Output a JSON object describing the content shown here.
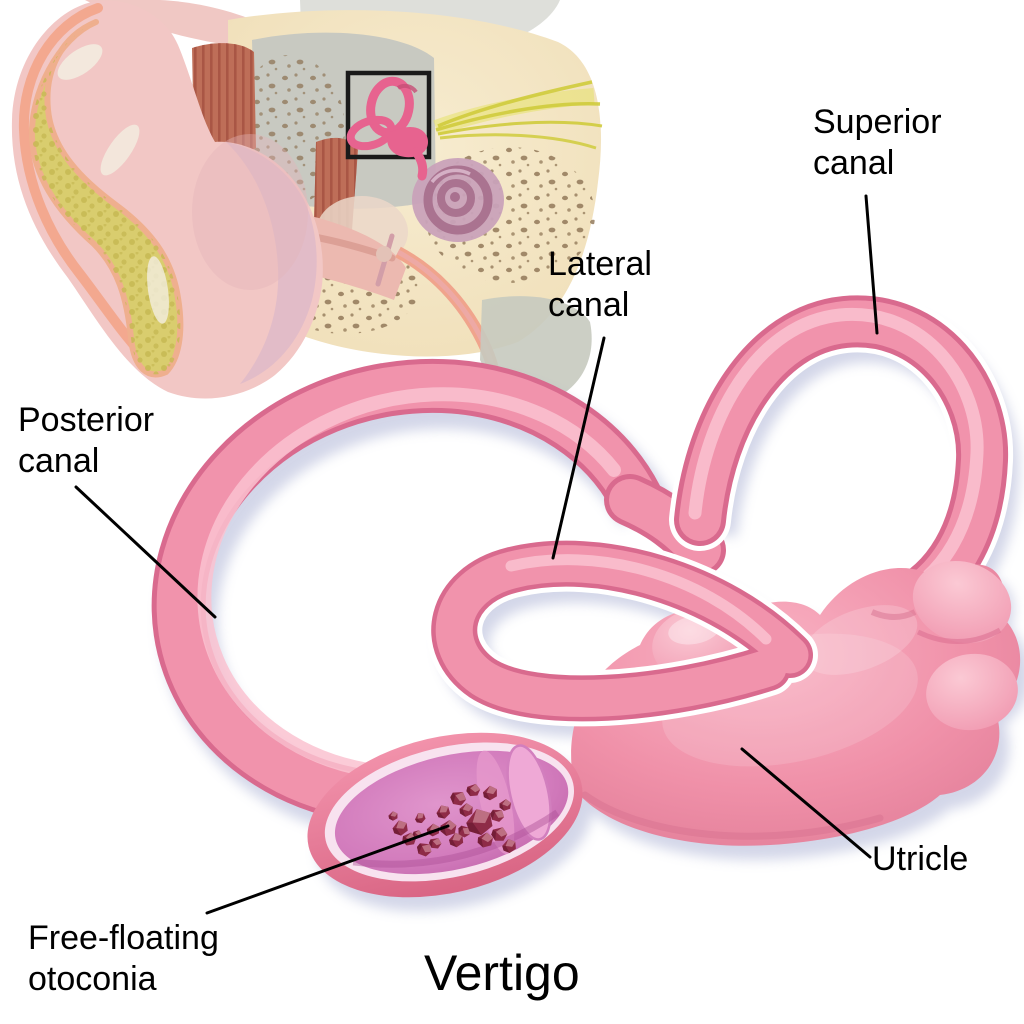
{
  "figure": {
    "title": "Vertigo",
    "subject": "Inner ear vestibular labyrinth with free-floating otoconia"
  },
  "labels": {
    "superior_canal": {
      "line1": "Superior",
      "line2": "canal"
    },
    "lateral_canal": {
      "line1": "Lateral",
      "line2": "canal"
    },
    "posterior_canal": {
      "line1": "Posterior",
      "line2": "canal"
    },
    "utricle": {
      "line1": "Utricle"
    },
    "free_floating_otoconia": {
      "line1": "Free-floating",
      "line2": "otoconia"
    }
  },
  "colors": {
    "background": "#FFFFFF",
    "canal_pink": "#F193AC",
    "canal_shadow_pink": "#D96A8E",
    "canal_highlight": "#FAC2D0",
    "drop_shadow": "#9FA6CE",
    "lumen_purple": "#D27BBC",
    "cupula_pink": "#EFA9D6",
    "otoconia_maroon": "#8E2B47",
    "bone_beige": "#F3E5C3",
    "bone_speckle": "#8C7252",
    "cartilage_yellow": "#D9CD6E",
    "skin_pink": "#F2C7C5",
    "muscle_red": "#BE6E58",
    "nerve_yellow": "#D5D040",
    "label_text": "#000000"
  }
}
